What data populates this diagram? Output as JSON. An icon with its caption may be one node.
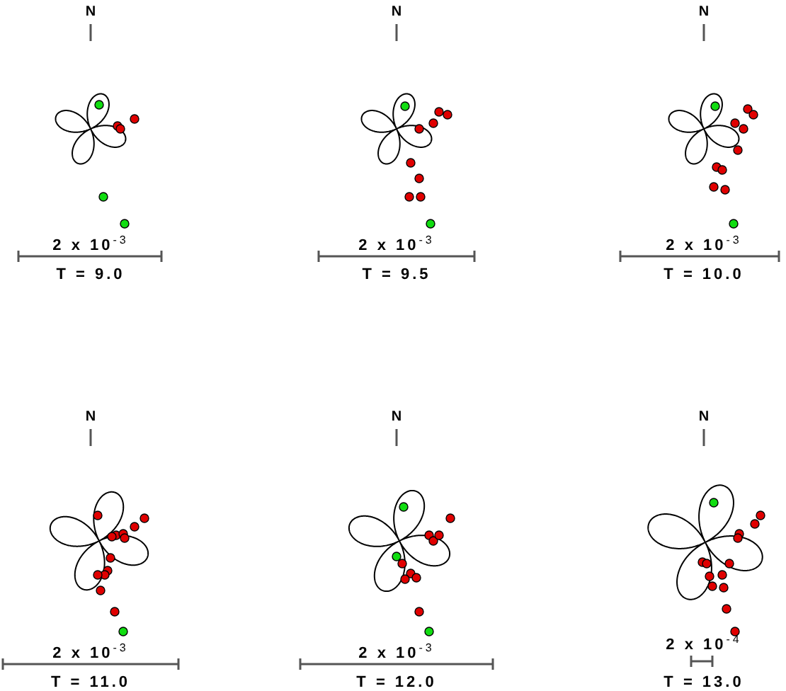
{
  "diagram": {
    "labels": [
      "N",
      "N",
      "N",
      "2 x 10$^{-3}$",
      "2 x 10$^{-3}$",
      "2 x 10$^{-3}$",
      "T = 9.0",
      "T = 9.5",
      "T = 10.0",
      "N",
      "N",
      "N",
      "2 x 10$^{-3}$",
      "2 x 10$^{-3}$",
      "2 x 10$^{-4}$",
      "T = 11.0",
      "T = 12.0",
      "T = 13.0"
    ]
  }
}
